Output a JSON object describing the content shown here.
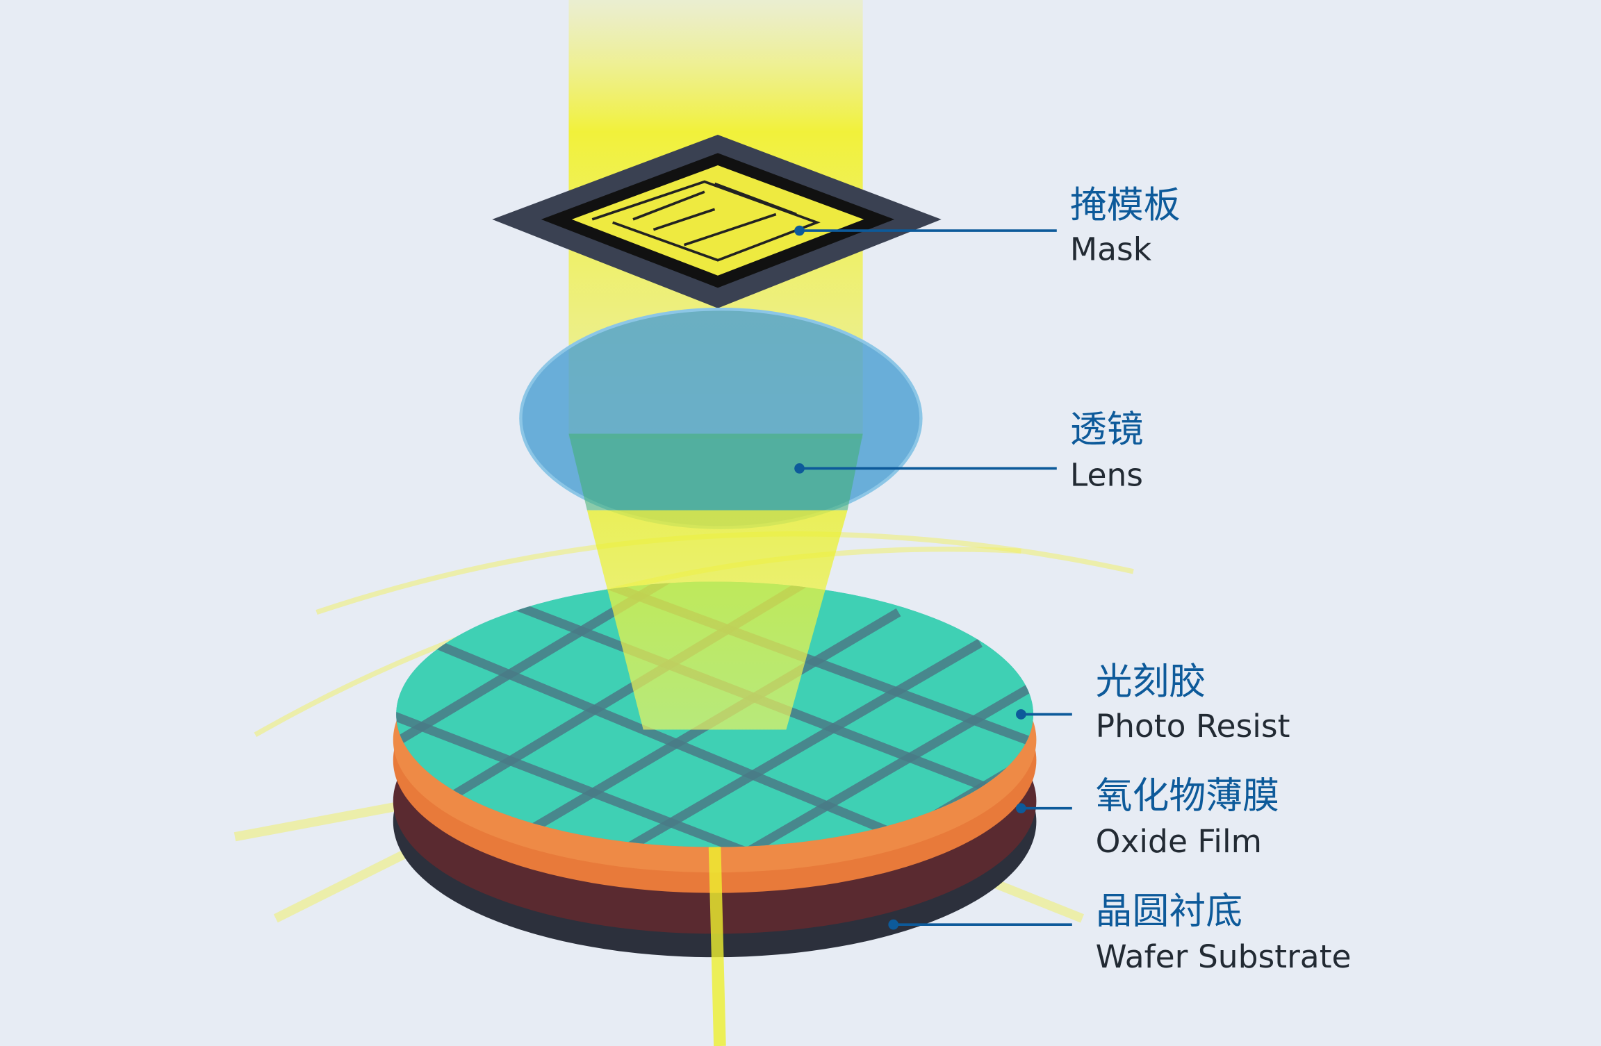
{
  "title": "Photolithography diagram",
  "labels": {
    "mask": {
      "cn": "掩模板",
      "en": "Mask"
    },
    "lens": {
      "cn": "透镜",
      "en": "Lens"
    },
    "photo_resist": {
      "cn": "光刻胶",
      "en": "Photo Resist"
    },
    "oxide_film": {
      "cn": "氧化物薄膜",
      "en": "Oxide Film"
    },
    "wafer_substrate": {
      "cn": "晶圆衬底",
      "en": "Wafer Substrate"
    }
  },
  "colors": {
    "background": "#e7ecf4",
    "light_beam": "#f2f21a",
    "label_cn": "#0d5a9a",
    "label_en": "#222a33",
    "lens": "#4a9fd2",
    "photo_resist": "#3fd0b4",
    "oxide_film": "#e87a3a",
    "wafer": "#2c303c"
  }
}
